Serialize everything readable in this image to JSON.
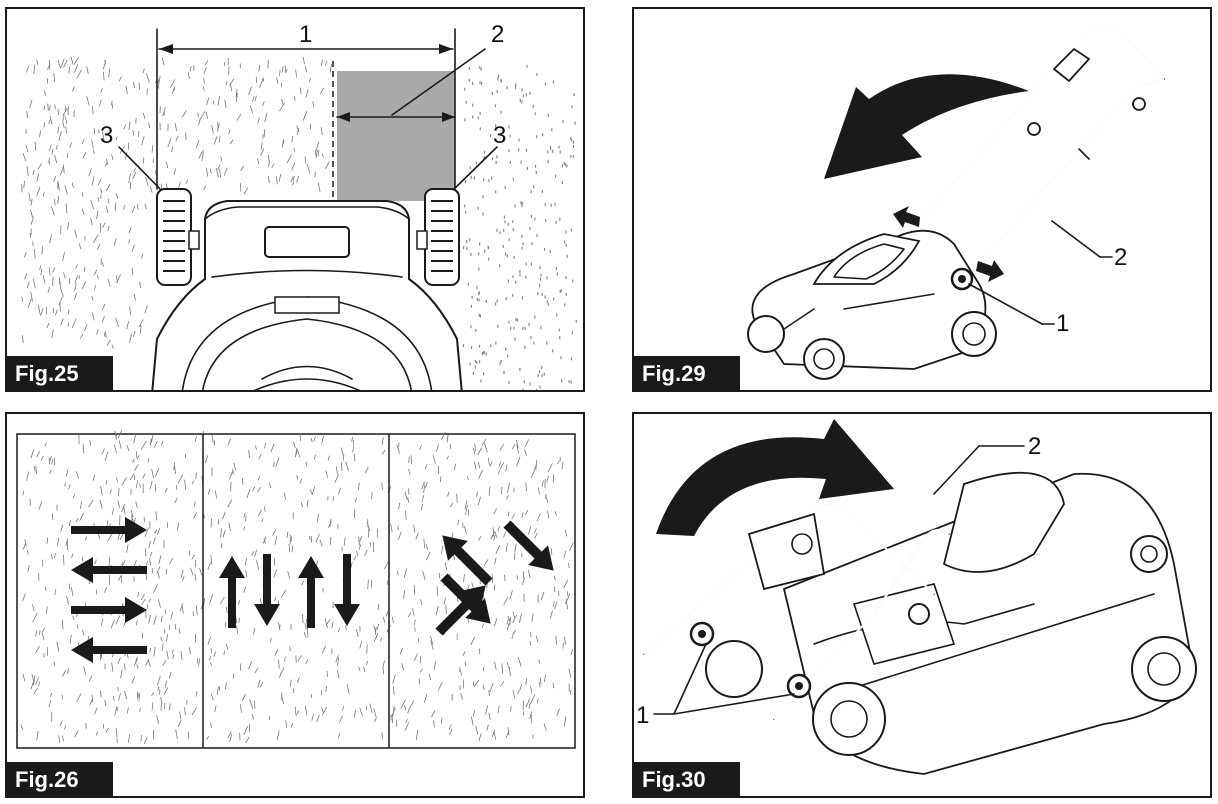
{
  "figures": {
    "fig25": {
      "label": "Fig.25",
      "callouts": [
        "1",
        "2",
        "3",
        "3"
      ]
    },
    "fig26": {
      "label": "Fig.26"
    },
    "fig29": {
      "label": "Fig.29",
      "callouts": [
        "1",
        "2"
      ]
    },
    "fig30": {
      "label": "Fig.30",
      "callouts": [
        "1",
        "2"
      ]
    }
  },
  "colors": {
    "ink": "#1a1a1a",
    "shade": "#a9a9a9",
    "paper": "#ffffff"
  }
}
